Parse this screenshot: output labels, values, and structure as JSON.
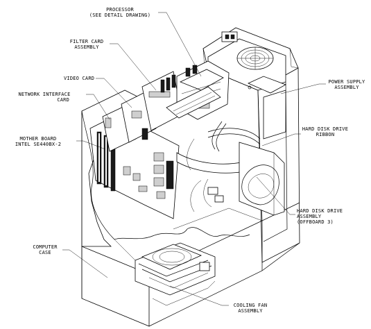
{
  "labels": {
    "processor": [
      "PROCESSOR",
      "(SEE DETAIL DRAWING)"
    ],
    "filter_card": [
      "FILTER CARD",
      "ASSEMBLY"
    ],
    "video_card": [
      "VIDEO CARD"
    ],
    "network_card": [
      "NETWORK INTERFACE",
      "CARD"
    ],
    "mother_board": [
      "MOTHER BOARD",
      "INTEL SE440BX-2"
    ],
    "power_supply": [
      "POWER SUPPLY",
      "ASSEMBLY"
    ],
    "hdd_ribbon": [
      "HARD DISK DRIVE",
      "RIBBON"
    ],
    "hdd_assembly": [
      "HARD DISK DRIVE",
      "ASSEMBLY",
      "(OFFBOARD 3)"
    ],
    "computer_case": [
      "COMPUTER",
      "CASE"
    ],
    "cooling_fan": [
      "COOLING FAN",
      "ASSEMBLY"
    ]
  },
  "colors": {
    "ink": "#000000",
    "paper": "#ffffff"
  }
}
